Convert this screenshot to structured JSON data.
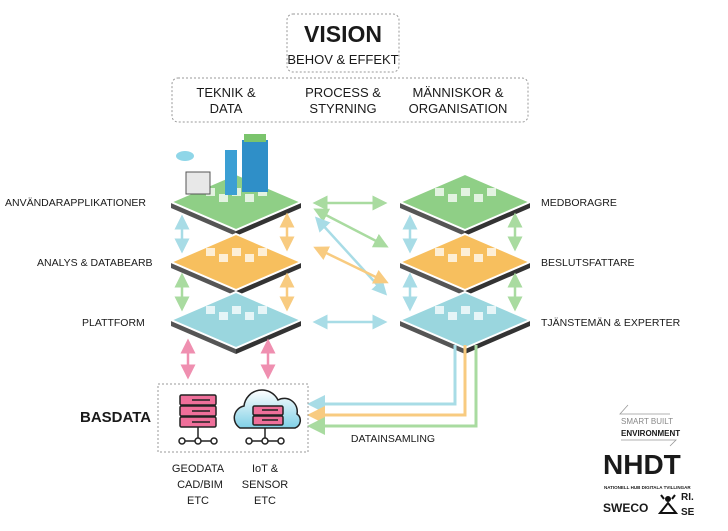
{
  "vision": {
    "title": "VISION",
    "subtitle": "BEHOV & EFFEKT"
  },
  "columns": [
    {
      "line1": "TEKNIK &",
      "line2": "DATA"
    },
    {
      "line1": "PROCESS &",
      "line2": "STYRNING"
    },
    {
      "line1": "MÄNNISKOR &",
      "line2": "ORGANISATION"
    }
  ],
  "left_layers": [
    "ANVÄNDARAPPLIKATIONER",
    "ANALYS & DATABEARB",
    "PLATTFORM"
  ],
  "right_layers": [
    "MEDBORAGRE",
    "BESLUTSFATTARE",
    "TJÄNSTEMÄN & EXPERTER"
  ],
  "basdata": {
    "label": "BASDATA",
    "sources": [
      {
        "lines": [
          "GEODATA",
          "CAD/BIM",
          "ETC"
        ],
        "icon": "server-icon"
      },
      {
        "lines": [
          "IoT &",
          "SENSOR",
          "ETC"
        ],
        "icon": "cloud-server-icon"
      }
    ]
  },
  "datainsamling": "DATAINSAMLING",
  "logos": {
    "smart_built_1": "SMART BUILT",
    "smart_built_2": "ENVIRONMENT",
    "nhdt": "NHDT",
    "nhdt_sub": "NATIONELL HUB DIGITALA TVILLINGAR",
    "sweco": "SWECO",
    "rise_1": "RI.",
    "rise_2": "SE"
  },
  "colors": {
    "green": "#8fcf86",
    "orange": "#f7bf5e",
    "teal": "#9ad6de",
    "pink": "#ef8fb0",
    "arrow_green": "#a9dba0",
    "arrow_orange": "#f8cb80",
    "arrow_blue": "#a8dce6"
  }
}
